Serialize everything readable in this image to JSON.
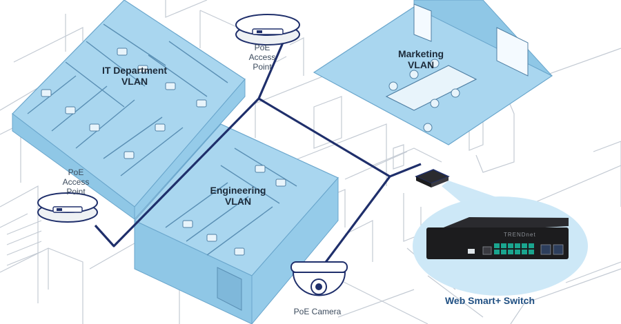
{
  "zones": {
    "it": {
      "line1": "IT Department",
      "line2": "VLAN"
    },
    "engineering": {
      "line1": "Engineering",
      "line2": "VLAN"
    },
    "marketing": {
      "line1": "Marketing",
      "line2": "VLAN"
    }
  },
  "devices": {
    "ap_top": {
      "line1": "PoE",
      "line2": "Access",
      "line3": "Point"
    },
    "ap_left": {
      "line1": "PoE",
      "line2": "Access",
      "line3": "Point"
    },
    "camera": {
      "label": "PoE Camera"
    },
    "switch": {
      "label": "Web Smart+ Switch",
      "brand": "TRENDnet"
    }
  },
  "colors": {
    "vlan_fill": "#a9d6ef",
    "vlan_edge": "#6aa6cc",
    "cable": "#1f2f6b",
    "outline": "#b9c2cc",
    "switch_body": "#1c1c1e",
    "port_accent": "#1aa58f"
  }
}
